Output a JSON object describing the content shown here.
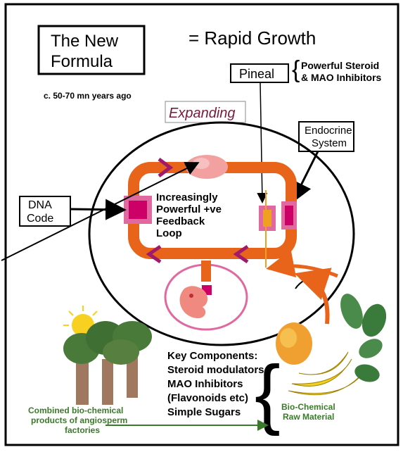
{
  "title_box": {
    "line1": "The New",
    "line2": "Formula"
  },
  "equals_text": "= Rapid Growth",
  "date_text": "c. 50-70 mn years ago",
  "expanding": "Expanding",
  "pineal": "Pineal",
  "pineal_note": {
    "line1": "Powerful Steroid",
    "line2": "& MAO Inhibitors"
  },
  "endocrine": {
    "line1": "Endocrine",
    "line2": "System"
  },
  "dna": {
    "line1": "DNA",
    "line2": "Code"
  },
  "loop_label": {
    "line1": "Increasingly",
    "line2": "Powerful +ve",
    "line3": "Feedback",
    "line4": "Loop"
  },
  "key_components": {
    "line1": "Key Components:",
    "line2": "Steroid modulators",
    "line3": "MAO Inhibitors",
    "line4": "(Flavonoids etc)",
    "line5": "Simple Sugars"
  },
  "factories_label": {
    "line1": "Combined bio-chemical",
    "line2": "products of angiosperm",
    "line3": "factories"
  },
  "raw_material": {
    "line1": "Bio-Chemical",
    "line2": "Raw Material"
  },
  "colors": {
    "loop": "#e8641a",
    "magenta": "#cc0066",
    "pink": "#e06aa0",
    "maroon": "#7a1a3a",
    "green_text": "#3a7a2a",
    "brain": "#f2a0a0"
  }
}
